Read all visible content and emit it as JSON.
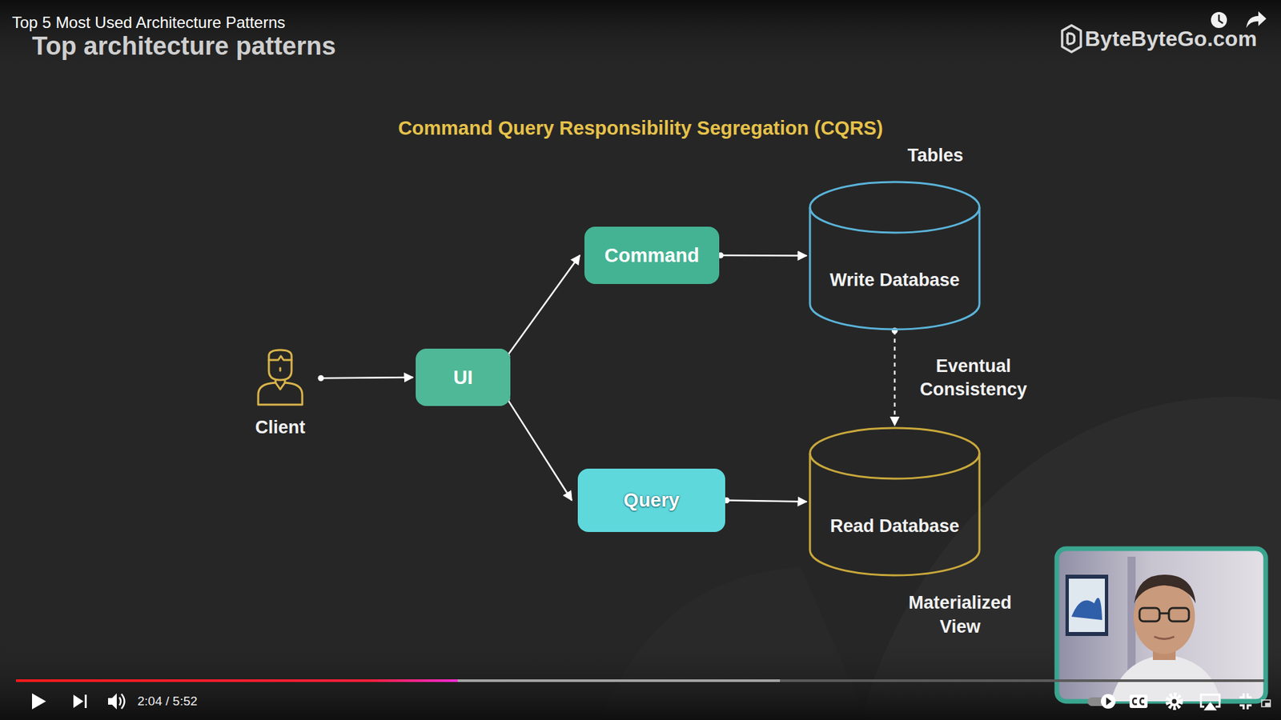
{
  "diagram": {
    "title": "Command Query Responsibility Segregation (CQRS)",
    "nodes": [
      {
        "text": [
          "Client"
        ]
      },
      {
        "text": [
          "UI"
        ]
      },
      {
        "text": [
          "Command"
        ]
      },
      {
        "text": [
          "Write Database"
        ]
      },
      {
        "text": [
          "Query"
        ]
      },
      {
        "text": [
          "Read Database"
        ]
      }
    ],
    "edges": [
      {
        "from": 0,
        "to": 1,
        "arrow": "to"
      },
      {
        "from": 1,
        "to": 2,
        "arrow": "to"
      },
      {
        "from": 1,
        "to": 4,
        "arrow": "to"
      },
      {
        "from": 2,
        "to": 3,
        "arrow": "to"
      },
      {
        "from": 4,
        "to": 5,
        "arrow": "to"
      },
      {
        "from": 3,
        "to": 5,
        "arrow": "to",
        "label": "Eventual Consistency"
      }
    ],
    "labels": [
      "Top 5 Most Used Architecture Patterns",
      "Top architecture patterns",
      "ByteByteGo.com",
      "Tables",
      "Materialized View",
      "2:04 / 5:52"
    ]
  }
}
